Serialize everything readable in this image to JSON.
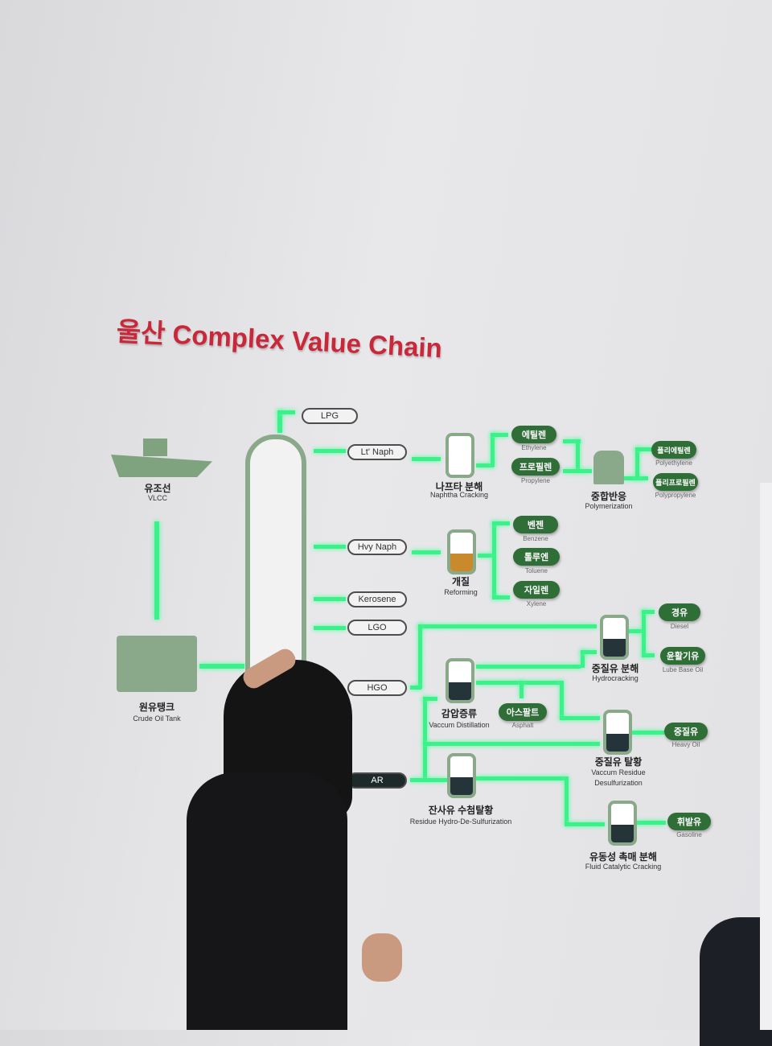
{
  "title": "울산 Complex Value Chain",
  "sources": {
    "vlcc_kr": "유조선",
    "vlcc_en": "VLCC",
    "tank_kr": "원유탱크",
    "tank_en": "Crude Oil Tank"
  },
  "fractions": [
    "LPG",
    "Lt' Naph",
    "Hvy Naph",
    "Kerosene",
    "LGO",
    "HGO",
    "AR"
  ],
  "processes": {
    "naphtha_kr": "나프타 분해",
    "naphtha_en": "Naphtha Cracking",
    "poly_kr": "중합반응",
    "poly_en": "Polymerization",
    "reform_kr": "개질",
    "reform_en": "Reforming",
    "hc_kr": "중질유 분해",
    "hc_en": "Hydrocracking",
    "vd_kr": "감압증류",
    "vd_en": "Vaccum Distillation",
    "vrds_kr": "중질유 탈황",
    "vrds_en1": "Vaccum Residue",
    "vrds_en2": "Desulfurization",
    "rhds_kr": "잔사유 수첨탈황",
    "rhds_en": "Residue Hydro-De-Sulfurization",
    "fcc_kr": "유동성 촉매 분해",
    "fcc_en": "Fluid Catalytic Cracking"
  },
  "products": {
    "ethylene_kr": "에틸렌",
    "ethylene_en": "Ethylene",
    "propylene_kr": "프로필렌",
    "propylene_en": "Propylene",
    "pe_kr": "폴리에틸렌",
    "pe_en": "Polyethylene",
    "pp_kr": "폴리프로필렌",
    "pp_en": "Polypropylene",
    "benzene_kr": "벤젠",
    "benzene_en": "Benzene",
    "toluene_kr": "톨루엔",
    "toluene_en": "Toluene",
    "xylene_kr": "자일렌",
    "xylene_en": "Xylene",
    "diesel_kr": "경유",
    "diesel_en": "Diesel",
    "lube_kr": "윤활기유",
    "lube_en": "Lube Base Oil",
    "asphalt_kr": "아스팔트",
    "asphalt_en": "Asphalt",
    "heavy_kr": "중질유",
    "heavy_en": "Heavy Oil",
    "gasoline_kr": "휘발유",
    "gasoline_en": "Gasoline"
  },
  "colors": {
    "title": "#c8283a",
    "line": "#3cf08a",
    "pill": "#2f6e37"
  }
}
